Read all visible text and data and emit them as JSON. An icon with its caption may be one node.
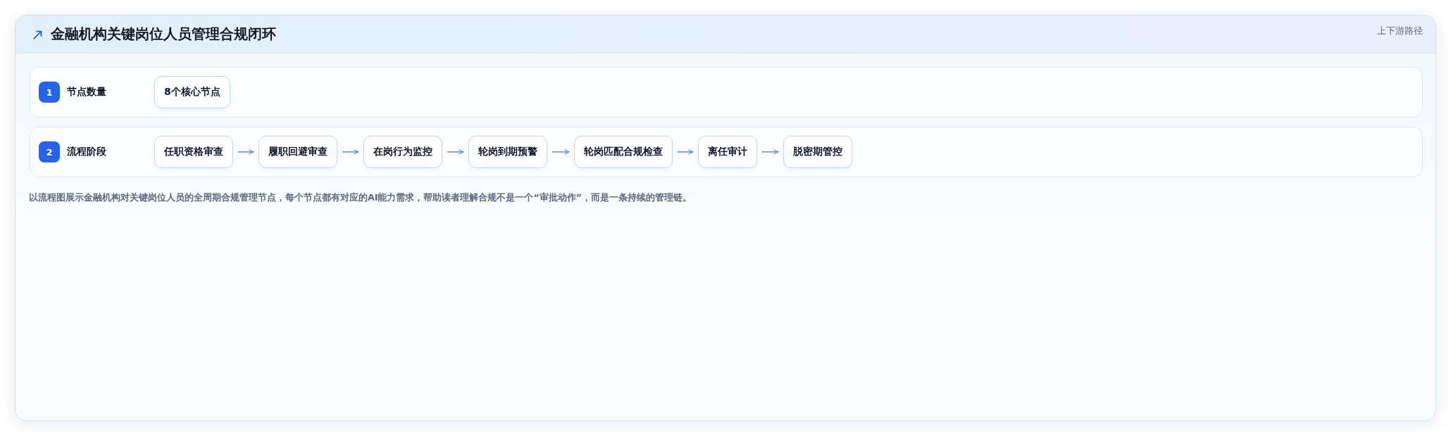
{
  "diagram": {
    "title": "金融机构关键岗位人员管理合规闭环",
    "caption": "以流程图展示金融机构对关键岗位人员的全周期合规管理节点，每个节点都有对应的AI能力需求，帮助读者理解合规不是一个“审批动作”，而是一条持续的管理链。",
    "nodes": [
      {
        "text": [
          "节点数量"
        ]
      },
      {
        "text": [
          "1"
        ],
        "in": 0
      },
      {
        "text": [
          "8个核心节点"
        ],
        "in": 0
      },
      {
        "text": [
          "流程阶段"
        ]
      },
      {
        "text": [
          "2"
        ],
        "in": 3
      },
      {
        "text": [
          "任职资格审查"
        ],
        "in": 3
      },
      {
        "text": [
          "履职回避审查"
        ],
        "in": 3
      },
      {
        "text": [
          "在岗行为监控"
        ],
        "in": 3
      },
      {
        "text": [
          "轮岗到期预警"
        ],
        "in": 3
      },
      {
        "text": [
          "轮岗匹配合规检查"
        ],
        "in": 3
      },
      {
        "text": [
          "离任审计"
        ],
        "in": 3
      },
      {
        "text": [
          "脱密期管控"
        ],
        "in": 3
      }
    ],
    "edges": [
      {
        "from": 5,
        "to": 6,
        "arrow": "to"
      },
      {
        "from": 6,
        "to": 7,
        "arrow": "to"
      },
      {
        "from": 7,
        "to": 8,
        "arrow": "to"
      },
      {
        "from": 8,
        "to": 9,
        "arrow": "to"
      },
      {
        "from": 9,
        "to": 10,
        "arrow": "to"
      },
      {
        "from": 10,
        "to": 11,
        "arrow": "to"
      }
    ],
    "labels": [
      "上下游路径"
    ]
  }
}
